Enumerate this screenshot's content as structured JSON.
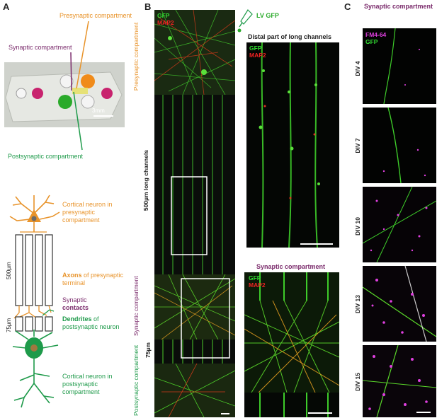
{
  "panels": {
    "a": "A",
    "b": "B",
    "c": "C"
  },
  "panel_a": {
    "presynaptic_compartment": "Presynaptic compartment",
    "synaptic_compartment": "Synaptic compartment",
    "postsynaptic_compartment": "Postsynaptic compartment",
    "photo_scale": "3mm",
    "cortical_pre": "Cortical neuron in presynaptic compartment",
    "length_500": "500µm",
    "length_75": "75µm",
    "axons_bold": "Axons",
    "axons_rest": " of presynaptic terminal",
    "synaptic_word": "Synaptic",
    "contacts_bold": "contacts",
    "dendrites_bold": "Dendrites",
    "dendrites_rest": " of postsynaptic neuron",
    "cortical_post": "Cortical neuron in postsynaptic compartment"
  },
  "panel_b": {
    "gfp": "GFP",
    "map2": "MAP2",
    "lv_gfp": "LV GFP",
    "presynaptic_label": "Presynaptic compartment",
    "long_channels": "500µm long channels",
    "synaptic_label": "Synaptic compartment",
    "length_75": "75µm",
    "postsynaptic_label": "Postsynaptic compartment",
    "distal_title": "Distal part of long channels",
    "synaptic_title": "Synaptic compartment"
  },
  "panel_c": {
    "title": "Synaptic compartment",
    "fm": "FM4-64",
    "gfp": "GFP",
    "div_labels": [
      "DIV 4",
      "DIV 7",
      "DIV 10",
      "DIV 13",
      "DIV 15"
    ]
  },
  "colors": {
    "orange": "#e8932a",
    "purple": "#7a2a6b",
    "green": "#1e9a4a",
    "gfp": "#33dd33",
    "map2": "#ee2222",
    "fm": "#e040e0"
  }
}
